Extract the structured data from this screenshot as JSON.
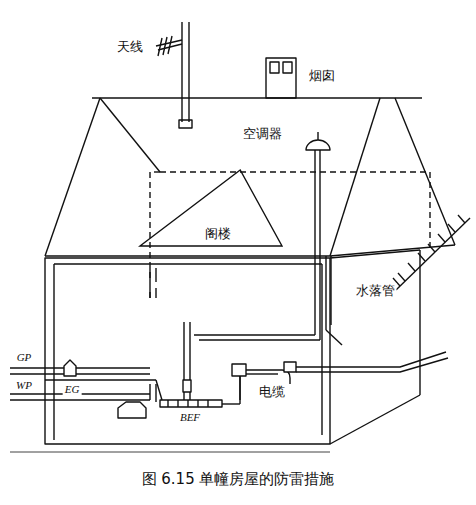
{
  "diagram": {
    "caption": "图 6.15   单幢房屋的防雷措施",
    "nodes": [
      {
        "text": [
          "阁楼"
        ]
      }
    ],
    "labels": [
      "天线",
      "烟囱",
      "空调器",
      "水落管",
      "GP",
      "WP",
      "EG",
      "BEF",
      "电缆"
    ]
  }
}
